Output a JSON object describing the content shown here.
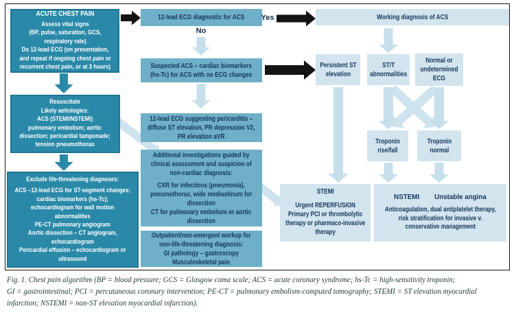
{
  "labels": {
    "yes": "Yes",
    "no": "No"
  },
  "nodes": {
    "acute_chest_pain": {
      "title": "ACUTE CHEST PAIN",
      "body": "Assess vital signs\n(BP, pulse, saturation, GCS,\nrespiratory rate)\nDo 12-lead ECG (on presentation,\nand repeat if ongoing chest pain or\nrecurrent chest pain, or at 3 hours)"
    },
    "resuscitate": {
      "body": "Resuscitate\nLikely aetiologies:\nACS (STEMI/NSTEMI)\npulmonary embolism; aortic\ndissection; pericardial tamponade;\ntension pneumothorax"
    },
    "exclude": {
      "title": "Exclude life-threatening diagnoses:",
      "body": "ACS –12-lead ECG for ST-segment changes;\ncardiac biomarkers (hs-Tc);\nechocardiogram for wall motion\nabnormalities\nPE-CT pulmonary angiogram\nAortic dissection – CT angiogram,\nechocardiogram\nPericardial effusion – echocardiogram or\nultrasound"
    },
    "ecg_diagnostic": {
      "body": "12-lead ECG diagnostic for ACS"
    },
    "suspected_acs": {
      "body": "Suspected ACS – cardiac biomarkers\n(hs-Tc) for ACS with no ECG changes"
    },
    "pericarditis": {
      "body": "12-lead ECG suggesting pericarditis –\ndiffuse ST elevation, PR depression V2,\nPR elevation aVR"
    },
    "additional": {
      "body1": "Additional investigations guided by\nclinical assessment and suspicion of\nnon-cardiac diagnosis:",
      "body2": "CXR for infections (pneumonia),\npneumothorax, wide mediastinum for\ndissection\nCT for pulmonary embolism or aortic\ndissection"
    },
    "outpatient": {
      "body": "Outpatient/non-emergent workup for\nnon-life-threatening diagnosis:\nGI pathology – gastroscopy\nMusculoskeletal pain"
    },
    "working_diagnosis": {
      "body": "Working diagnosis of ACS"
    },
    "persistent_st": {
      "body": "Persistent ST\nelevation"
    },
    "stt_abnormalities": {
      "body": "ST/T\nabnormalities"
    },
    "normal_ecg": {
      "body": "Normal or\nundetermined\nECG"
    },
    "troponin_rise_fall": {
      "body": "Troponin\nrise/fall"
    },
    "troponin_normal": {
      "body": "Troponin\nnormal"
    },
    "stemi": {
      "title": "STEMI",
      "body": "Urgent REPERFUSION\nPrimary PCI or thrombolytic\ntherapy or pharmaco-invasive\ntherapy"
    },
    "nstemi": {
      "title": "NSTEMI",
      "title2": "Unstable angina",
      "body": "Anticoagulation, dual antiplatelet therapy,\nrisk stratification for invasive v.\nconservative management"
    }
  },
  "caption": "Fig. 1. Chest pain algorithm (BP = blood pressure; GCS = Glasgow coma scale; ACS = acute coronary syndrome; hs-Tc = high-sensitivity troponin;\nGI = gastrointestinal; PCI = percutaneous coronary intervention; PE-CT = pulmonary embolism-computed tomography; STEMI = ST elevation myocardial\ninfarction; NSTEMI = non-ST elevation myocardial infarction).",
  "colors": {
    "dark_teal": "#2a89a8",
    "mid_teal": "#6fb0c8",
    "light_blue": "#d2e4ee",
    "arrow_light": "#c7dfea",
    "arrow_black": "#141414",
    "text_navy": "#14365c"
  }
}
